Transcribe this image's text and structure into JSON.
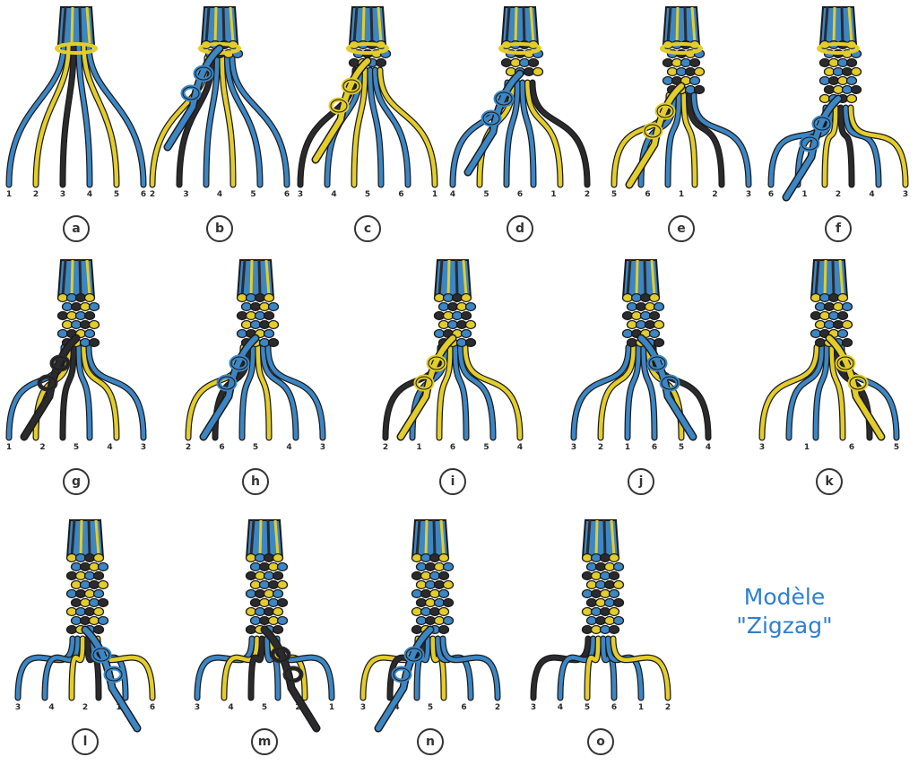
{
  "title": {
    "line1": "Modèle",
    "line2": "\"Zigzag\""
  },
  "colors": {
    "blue": "#3c86c4",
    "yellow": "#e3cd2a",
    "black": "#2b2b2e",
    "outline": "#1a1a1a"
  },
  "steps": [
    {
      "label": "a",
      "numbers": [
        "1",
        "2",
        "3",
        "4",
        "5",
        "6"
      ]
    },
    {
      "label": "b",
      "numbers": [
        "2",
        "3",
        "4",
        "5",
        "6"
      ]
    },
    {
      "label": "c",
      "numbers": [
        "3",
        "4",
        "5",
        "6",
        "1"
      ]
    },
    {
      "label": "d",
      "numbers": [
        "4",
        "5",
        "6",
        "1",
        "2"
      ]
    },
    {
      "label": "e",
      "numbers": [
        "5",
        "6",
        "1",
        "2",
        "3"
      ]
    },
    {
      "label": "f",
      "numbers": [
        "6",
        "1",
        "2",
        "4",
        "3"
      ]
    },
    {
      "label": "g",
      "numbers": [
        "1",
        "2",
        "5",
        "4",
        "3"
      ]
    },
    {
      "label": "h",
      "numbers": [
        "2",
        "6",
        "5",
        "4",
        "3"
      ]
    },
    {
      "label": "i",
      "numbers": [
        "2",
        "1",
        "6",
        "5",
        "4"
      ]
    },
    {
      "label": "j",
      "numbers": [
        "3",
        "2",
        "1",
        "6",
        "5",
        "4"
      ]
    },
    {
      "label": "k",
      "numbers": [
        "3",
        "1",
        "6",
        "5"
      ]
    },
    {
      "label": "l",
      "numbers": [
        "3",
        "4",
        "2",
        "1",
        "6"
      ]
    },
    {
      "label": "m",
      "numbers": [
        "3",
        "4",
        "5",
        "2",
        "1"
      ]
    },
    {
      "label": "n",
      "numbers": [
        "3",
        "4",
        "5",
        "6",
        "2"
      ]
    },
    {
      "label": "o",
      "numbers": [
        "3",
        "4",
        "5",
        "6",
        "1",
        "2"
      ]
    }
  ]
}
